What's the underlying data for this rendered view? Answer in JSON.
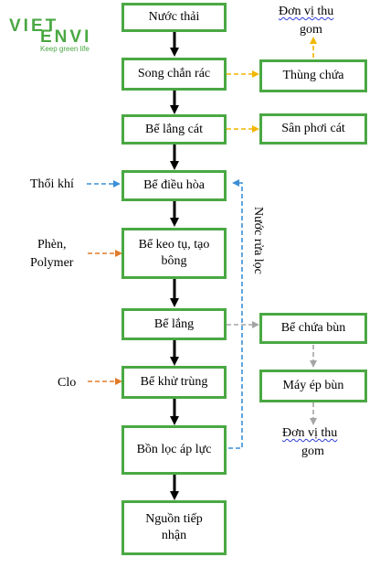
{
  "logo": {
    "brand_top": "VIET",
    "brand_bottom": "ENVI",
    "tagline": "Keep green life"
  },
  "process_steps": [
    "Nước thải",
    "Song chắn rác",
    "Bể lắng cát",
    "Bể điều hòa",
    "Bể keo tụ, tạo bông",
    "Bể lắng",
    "Bể khử trùng",
    "Bồn lọc áp lực",
    "Nguồn tiếp nhận"
  ],
  "side_boxes": {
    "thung_chua": "Thùng chứa",
    "san_phoi_cat": "Sân phơi cát",
    "be_chua_bun": "Bể chứa bùn",
    "may_ep_bun": "Máy ép bùn"
  },
  "labels": {
    "don_vi_thu_gom_top_1": "Đơn vị thu",
    "don_vi_thu_gom_top_2": "gom",
    "don_vi_thu_gom_bottom_1": "Đơn vị thu",
    "don_vi_thu_gom_bottom_2": "gom",
    "thoi_khi": "Thổi khí",
    "phen": "Phèn,",
    "polymer": "Polymer",
    "clo": "Clo",
    "nuoc_rua_loc": "Nước rửa lọc"
  },
  "colors": {
    "box_border": "#4aa843",
    "main_arrow": "#000000",
    "screening_arrow": "#f2b600",
    "air_arrow": "#3b8fd6",
    "chemical_arrow": "#e07b2a",
    "sludge_arrow": "#a5a5a5",
    "backwash_arrow": "#3b8fd6"
  }
}
